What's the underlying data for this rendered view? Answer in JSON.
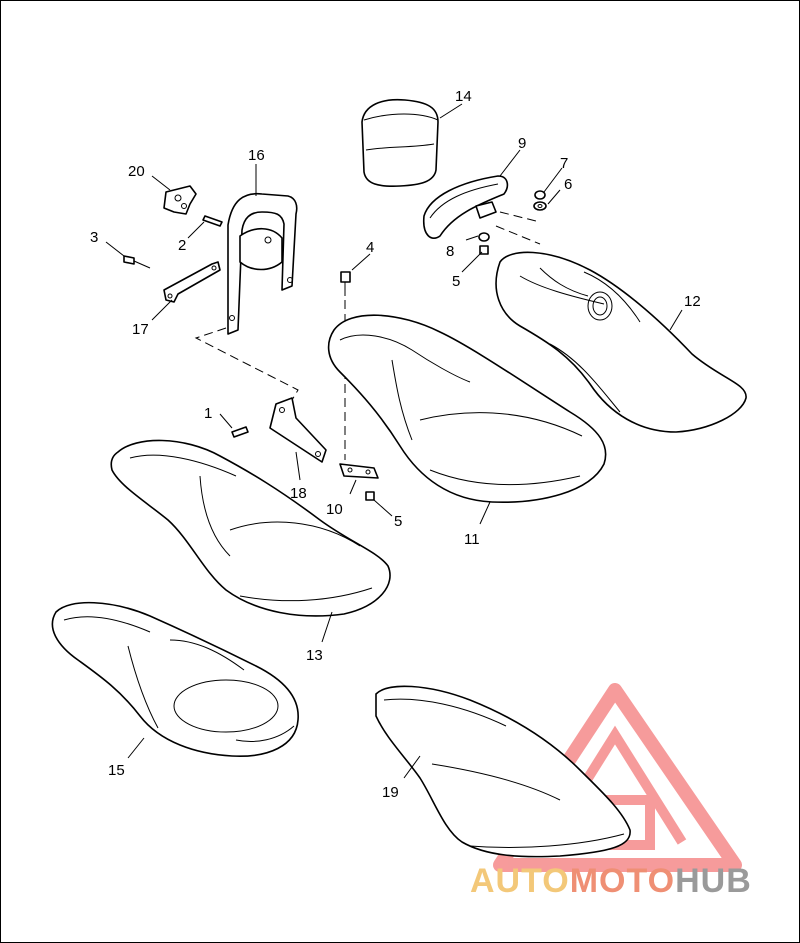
{
  "callouts": [
    {
      "id": "1",
      "text": "1"
    },
    {
      "id": "2",
      "text": "2"
    },
    {
      "id": "3",
      "text": "3"
    },
    {
      "id": "4",
      "text": "4"
    },
    {
      "id": "5a",
      "text": "5"
    },
    {
      "id": "5b",
      "text": "5"
    },
    {
      "id": "6",
      "text": "6"
    },
    {
      "id": "7",
      "text": "7"
    },
    {
      "id": "8",
      "text": "8"
    },
    {
      "id": "9",
      "text": "9"
    },
    {
      "id": "10",
      "text": "10"
    },
    {
      "id": "11",
      "text": "11"
    },
    {
      "id": "12",
      "text": "12"
    },
    {
      "id": "13",
      "text": "13"
    },
    {
      "id": "14",
      "text": "14"
    },
    {
      "id": "15",
      "text": "15"
    },
    {
      "id": "16",
      "text": "16"
    },
    {
      "id": "17",
      "text": "17"
    },
    {
      "id": "18",
      "text": "18"
    },
    {
      "id": "19",
      "text": "19"
    },
    {
      "id": "20",
      "text": "20"
    }
  ],
  "watermark": {
    "part1": "AUTO",
    "part2": "MOTO",
    "part3": "HUB",
    "logo_color": "#f47a7a",
    "auto_color": "#f3c879",
    "moto_color": "#ef8f74",
    "hub_color": "#9a9a9a"
  }
}
